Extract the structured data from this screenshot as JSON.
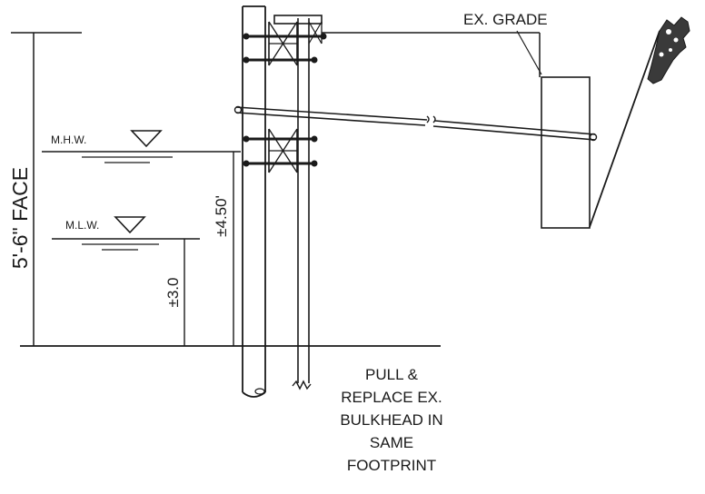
{
  "labels": {
    "ex_grade": "EX. GRADE",
    "mhw": "M.H.W.",
    "mlw": "M.L.W.",
    "face_height": "5'-6\" FACE",
    "mhw_elevation": "±4.50'",
    "mlw_elevation": "±3.0",
    "note_lines": [
      "PULL &",
      "REPLACE EX.",
      "BULKHEAD IN",
      "SAME",
      "FOOTPRINT"
    ]
  },
  "colors": {
    "ink": "#1a1a1a",
    "stone_fill": "#3a3a3a",
    "background": "#ffffff"
  }
}
